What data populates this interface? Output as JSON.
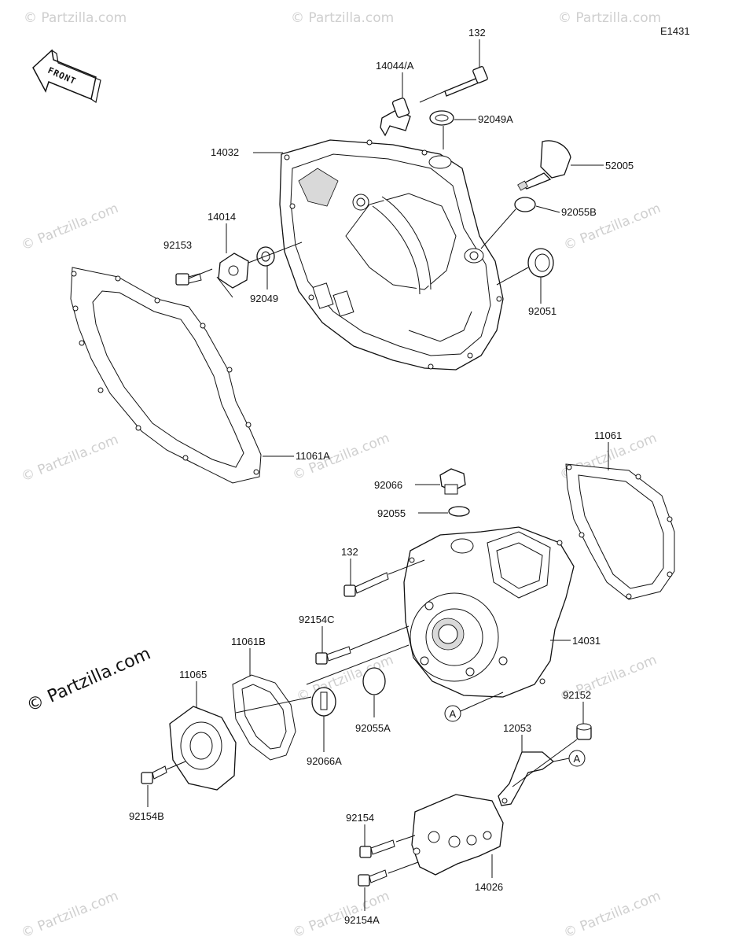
{
  "diagram_code": "E1431",
  "front_label": "FRONT",
  "watermark": "© Partzilla.com",
  "callout_letter": "A",
  "labels": {
    "p132_top": "132",
    "p14044A": "14044/A",
    "p92049A": "92049A",
    "p14032": "14032",
    "p52005": "52005",
    "p92055B": "92055B",
    "p14014": "14014",
    "p92153": "92153",
    "p92049": "92049",
    "p92051": "92051",
    "p11061A": "11061A",
    "p11061": "11061",
    "p92066": "92066",
    "p92055": "92055",
    "p132_mid": "132",
    "p14031": "14031",
    "p92154C": "92154C",
    "p11061B": "11061B",
    "p11065": "11065",
    "p92055A": "92055A",
    "p92066A": "92066A",
    "p92152": "92152",
    "p12053": "12053",
    "p92154B": "92154B",
    "p92154": "92154",
    "p14026": "14026",
    "p92154A": "92154A"
  }
}
